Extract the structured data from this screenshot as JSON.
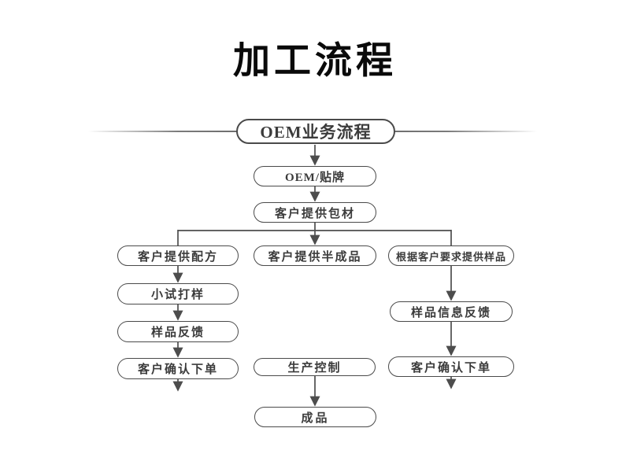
{
  "page": {
    "title": "加工流程"
  },
  "diagram": {
    "type": "flowchart",
    "colors": {
      "background": "#ffffff",
      "node_border": "#4a4a4a",
      "node_fill": "#ffffff",
      "node_text": "#3b3b3b",
      "line": "#4d4d4d",
      "title_text": "#0a0a0a"
    },
    "nodes": [
      {
        "id": "root",
        "label": "OEM业务流程"
      },
      {
        "id": "oem-private-label",
        "label": "OEM/贴牌"
      },
      {
        "id": "customer-packaging",
        "label": "客户提供包材"
      },
      {
        "id": "customer-formula",
        "label": "客户提供配方"
      },
      {
        "id": "customer-semi-finished",
        "label": "客户提供半成品"
      },
      {
        "id": "samples-per-request",
        "label": "根据客户要求提供样品"
      },
      {
        "id": "trial-sampling",
        "label": "小试打样"
      },
      {
        "id": "sample-feedback",
        "label": "样品反馈"
      },
      {
        "id": "customer-order-left",
        "label": "客户确认下单"
      },
      {
        "id": "sample-info-feedback",
        "label": "样品信息反馈"
      },
      {
        "id": "customer-order-right",
        "label": "客户确认下单"
      },
      {
        "id": "production-control",
        "label": "生产控制"
      },
      {
        "id": "finished-product",
        "label": "成品"
      }
    ],
    "edges": [
      {
        "from": "root",
        "to": "oem-private-label",
        "arrow": true
      },
      {
        "from": "oem-private-label",
        "to": "customer-packaging",
        "arrow": true
      },
      {
        "from": "customer-packaging",
        "to": "customer-semi-finished",
        "arrow": true
      },
      {
        "from": "customer-packaging",
        "to": "customer-formula",
        "arrow": false
      },
      {
        "from": "customer-packaging",
        "to": "samples-per-request",
        "arrow": false
      },
      {
        "from": "customer-formula",
        "to": "trial-sampling",
        "arrow": true
      },
      {
        "from": "trial-sampling",
        "to": "sample-feedback",
        "arrow": true
      },
      {
        "from": "sample-feedback",
        "to": "customer-order-left",
        "arrow": true
      },
      {
        "from": "customer-order-left",
        "to": "",
        "arrow": true
      },
      {
        "from": "samples-per-request",
        "to": "sample-info-feedback",
        "arrow": true
      },
      {
        "from": "sample-info-feedback",
        "to": "customer-order-right",
        "arrow": true
      },
      {
        "from": "customer-order-right",
        "to": "",
        "arrow": true
      },
      {
        "from": "production-control",
        "to": "finished-product",
        "arrow": true
      }
    ]
  }
}
